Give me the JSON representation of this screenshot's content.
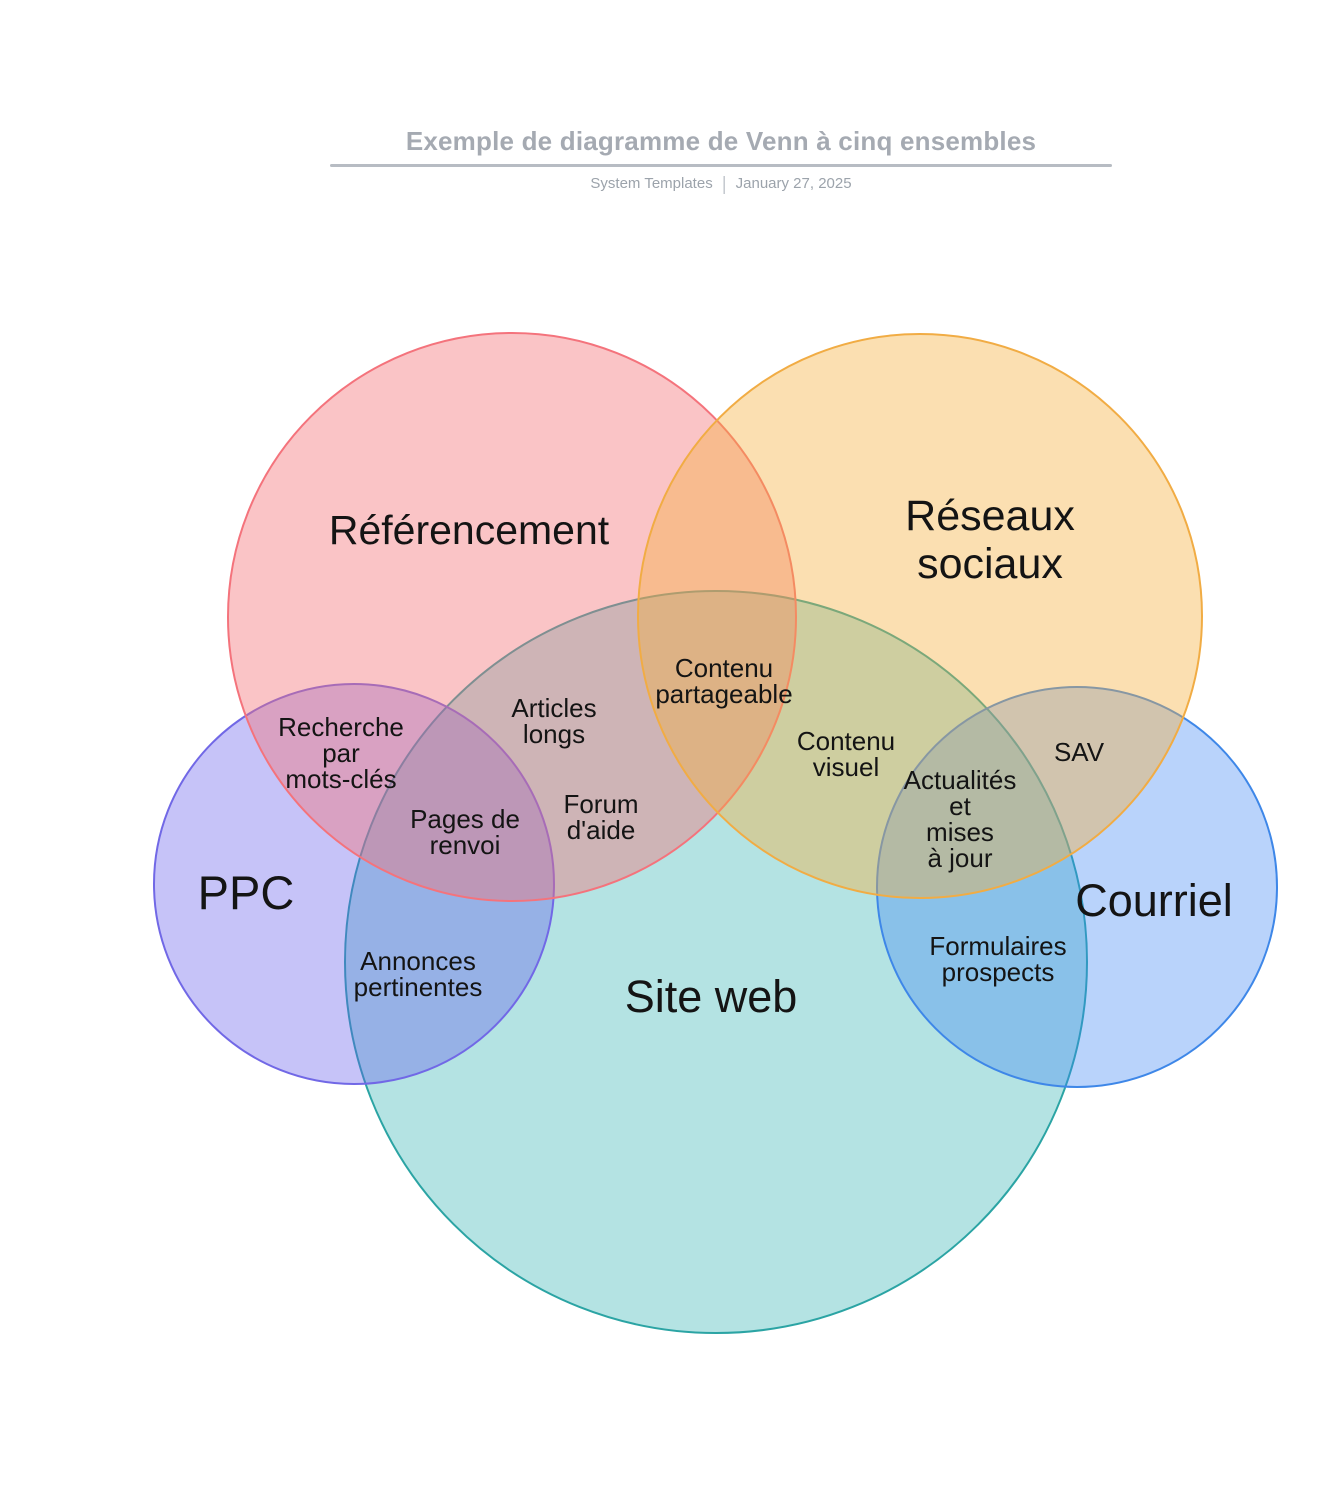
{
  "header": {
    "title": "Exemple de diagramme de Venn à cinq ensembles",
    "source": "System Templates",
    "separator": "|",
    "date": "January 27, 2025"
  },
  "chart_data": {
    "type": "venn",
    "title": "Exemple de diagramme de Venn à cinq ensembles",
    "set_count": 5,
    "sets": [
      {
        "name": "Référencement",
        "label": "Référencement",
        "fill_color": "#F9C9C9",
        "stroke_color": "#F4737C"
      },
      {
        "name": "Réseaux sociaux",
        "label": "Réseaux\nsociaux",
        "fill_color": "#FBE3B7",
        "stroke_color": "#F1AC44"
      },
      {
        "name": "PPC",
        "label": "PPC",
        "fill_color": "#C6C3F8",
        "stroke_color": "#7168E6"
      },
      {
        "name": "Courriel",
        "label": "Courriel",
        "fill_color": "#B9D4FB",
        "stroke_color": "#3E87E8"
      },
      {
        "name": "Site web",
        "label": "Site web",
        "fill_color": "#B3E2E2",
        "stroke_color": "#2BA4A4"
      }
    ],
    "overlaps": [
      {
        "label": "Recherche\npar\nmots-clés",
        "sets": [
          "PPC",
          "Référencement"
        ]
      },
      {
        "label": "Pages de\nrenvoi",
        "sets": [
          "PPC",
          "Référencement",
          "Site web"
        ]
      },
      {
        "label": "Articles\nlongs",
        "sets": [
          "Référencement",
          "Site web"
        ]
      },
      {
        "label": "Forum\nd'aide",
        "sets": [
          "Référencement",
          "Site web"
        ]
      },
      {
        "label": "Contenu\npartageable",
        "sets": [
          "Référencement",
          "Réseaux sociaux"
        ]
      },
      {
        "label": "Contenu\nvisuel",
        "sets": [
          "Réseaux sociaux",
          "Site web"
        ]
      },
      {
        "label": "SAV",
        "sets": [
          "Réseaux sociaux",
          "Courriel"
        ]
      },
      {
        "label": "Actualités\net\nmises\nà jour",
        "sets": [
          "Réseaux sociaux",
          "Courriel",
          "Site web"
        ]
      },
      {
        "label": "Annonces\npertinentes",
        "sets": [
          "PPC",
          "Site web"
        ]
      },
      {
        "label": "Formulaires\nprospects",
        "sets": [
          "Courriel",
          "Site web"
        ]
      }
    ]
  }
}
